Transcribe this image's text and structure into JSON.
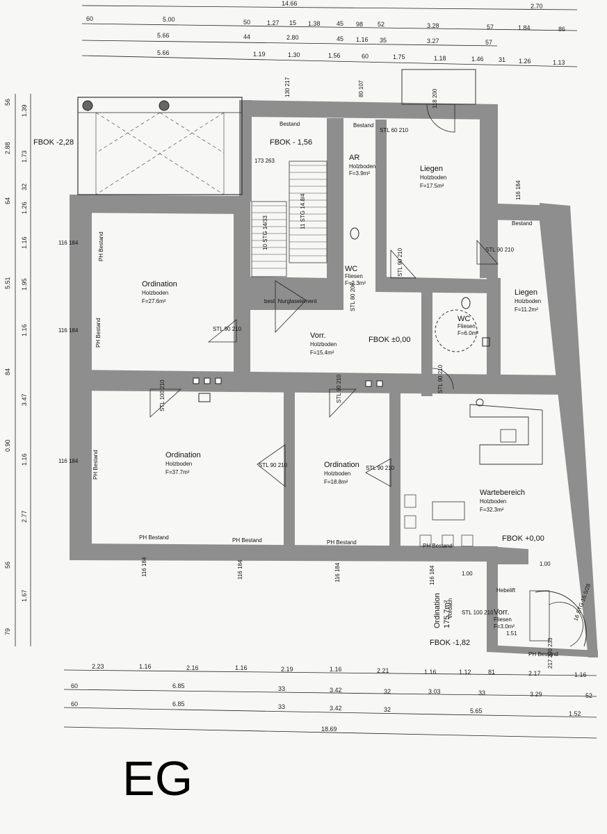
{
  "top_dims": {
    "row1": [
      "14.66",
      "2.70"
    ],
    "row2": [
      "60",
      "5.00",
      "50",
      "1.27",
      "15",
      "1.38",
      "45",
      "98",
      "52",
      "3.28",
      "57",
      "1.84",
      "86"
    ],
    "row3": [
      "5.66",
      "44",
      "2.80",
      "45",
      "1.16",
      "35",
      "3.27",
      "57"
    ],
    "row4": [
      "5.66",
      "1.19",
      "1.30",
      "1.56",
      "60",
      "1.75",
      "1.18",
      "1.46",
      "31",
      "1.26",
      "1.13"
    ]
  },
  "left_dims": {
    "outer": [
      "56",
      "2.88",
      "64",
      "5.51",
      "84",
      "0.90",
      "56",
      "79"
    ],
    "inner": [
      "1.39",
      "1.73",
      "32",
      "1.26",
      "1.16",
      "1.95",
      "1.16",
      "3.47",
      "1.16",
      "2.77",
      "1.67"
    ]
  },
  "bottom_dims": {
    "row1": [
      "2.23",
      "1.16",
      "2.16",
      "1.16",
      "2.19",
      "1.16",
      "2.21",
      "1.16",
      "1.12",
      "81",
      "2.17",
      "1.16"
    ],
    "row2": [
      "60",
      "6.85",
      "33",
      "3.42",
      "32",
      "3.03",
      "33",
      "3.29",
      "52"
    ],
    "row3": [
      "60",
      "6.85",
      "33",
      "3.42",
      "32",
      "5.65",
      "1.52"
    ],
    "total": "18.69"
  },
  "rooms": [
    {
      "name": "Ordination",
      "floor": "Holzboden",
      "area": "F=27.6m²"
    },
    {
      "name": "Ordination",
      "floor": "Holzboden",
      "area": "F=37.7m²"
    },
    {
      "name": "Ordination",
      "floor": "Holzboden",
      "area": "F=18.8m²"
    },
    {
      "name": "Vorr.",
      "floor": "Holzboden",
      "area": "F=15.4m²"
    },
    {
      "name": "AR",
      "floor": "Holzboden",
      "area": "F=3.9m²"
    },
    {
      "name": "Liegen",
      "floor": "Holzboden",
      "area": "F=17.5m²"
    },
    {
      "name": "Liegen",
      "floor": "Holzboden",
      "area": "F=11.2m²"
    },
    {
      "name": "WC",
      "floor": "Fliesen",
      "area": "F=2.3m²"
    },
    {
      "name": "WC",
      "floor": "Fliesen",
      "area": "F=6.0m²"
    },
    {
      "name": "Wartebereich",
      "floor": "Holzboden",
      "area": "F=32.3m²"
    },
    {
      "name": "Vorr.",
      "floor": "Fliesen",
      "area": "F=3.0m²"
    },
    {
      "name": "Ordination",
      "floor": "Vordach",
      "area": "175.7m²"
    }
  ],
  "levels": {
    "fbok_m228": "FBOK -2,28",
    "fbok_m156": "FBOK - 1,56",
    "fbok_0a": "FBOK ±0,00",
    "fbok_0b": "FBOK +0,00",
    "fbok_m182": "FBOK -1,82"
  },
  "labels": {
    "bestand": "Bestand",
    "ph_bestand": "PH Bestand",
    "stl_90_210": "STL 90 210",
    "stl_100_210": "STL 100 210",
    "stl_60_210": "STL 60 210",
    "stl_80_200": "STL 80 200",
    "nurglas": "best. Nurglaselement",
    "stair1": "10 STG 14/33",
    "stair2": "11 STG 14.8/4",
    "hebelift": "Hebelift",
    "win_116_184": "116 184",
    "win_130_217": "130 217",
    "win_80_107": "80 107",
    "win_118_200": "118 200",
    "win_173_263": "173 263",
    "d100": "1.00",
    "d151": "1.51",
    "stair3": "16 STG 16.5/28",
    "bottom_217": "217 200 233"
  },
  "floor_label": "EG"
}
